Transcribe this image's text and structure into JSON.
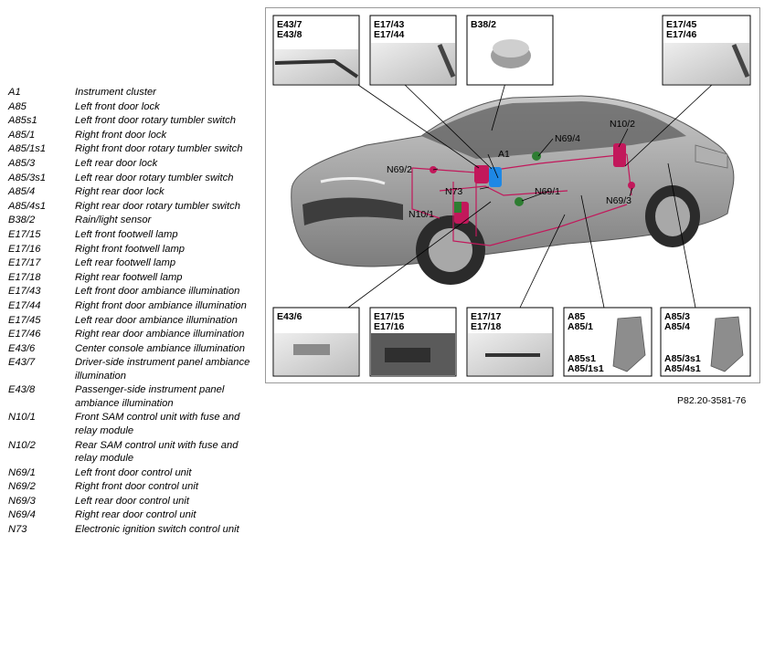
{
  "legend": [
    {
      "code": "A1",
      "desc": "Instrument cluster"
    },
    {
      "code": "A85",
      "desc": "Left front door lock"
    },
    {
      "code": "A85s1",
      "desc": "Left front door rotary tumbler switch"
    },
    {
      "code": "A85/1",
      "desc": "Right front door lock"
    },
    {
      "code": "A85/1s1",
      "desc": "Right front door rotary tumbler switch"
    },
    {
      "code": "A85/3",
      "desc": "Left rear door lock"
    },
    {
      "code": "A85/3s1",
      "desc": "Left rear door rotary tumbler switch"
    },
    {
      "code": "A85/4",
      "desc": "Right rear door lock"
    },
    {
      "code": "A85/4s1",
      "desc": "Right rear door rotary tumbler switch"
    },
    {
      "code": "B38/2",
      "desc": "Rain/light sensor"
    },
    {
      "code": "E17/15",
      "desc": "Left front footwell lamp"
    },
    {
      "code": "E17/16",
      "desc": "Right front footwell lamp"
    },
    {
      "code": "E17/17",
      "desc": "Left rear footwell lamp"
    },
    {
      "code": "E17/18",
      "desc": "Right rear footwell lamp"
    },
    {
      "code": "E17/43",
      "desc": "Left front door ambiance illumination"
    },
    {
      "code": "E17/44",
      "desc": "Right front door ambiance illumination"
    },
    {
      "code": "E17/45",
      "desc": "Left rear door ambiance illumination"
    },
    {
      "code": "E17/46",
      "desc": "Right rear door ambiance illumination"
    },
    {
      "code": "E43/6",
      "desc": "Center console ambiance illumination"
    },
    {
      "code": "E43/7",
      "desc": "Driver-side instrument panel ambiance illumination"
    },
    {
      "code": "E43/8",
      "desc": "Passenger-side instrument panel ambiance illumination"
    },
    {
      "code": "N10/1",
      "desc": "Front SAM control unit with fuse and relay module"
    },
    {
      "code": "N10/2",
      "desc": "Rear SAM control unit with fuse and relay module"
    },
    {
      "code": "N69/1",
      "desc": "Left front door control unit"
    },
    {
      "code": "N69/2",
      "desc": "Right front door control unit"
    },
    {
      "code": "N69/3",
      "desc": "Left rear door control unit"
    },
    {
      "code": "N69/4",
      "desc": "Right rear door control unit"
    },
    {
      "code": "N73",
      "desc": "Electronic ignition switch control unit"
    }
  ],
  "callouts": {
    "top_e43": [
      "E43/7",
      "E43/8"
    ],
    "top_e17_43": [
      "E17/43",
      "E17/44"
    ],
    "top_b38": [
      "B38/2"
    ],
    "top_e17_45": [
      "E17/45",
      "E17/46"
    ],
    "bot_e43_6": [
      "E43/6"
    ],
    "bot_e17_15": [
      "E17/15",
      "E17/16"
    ],
    "bot_e17_17": [
      "E17/17",
      "E17/18"
    ],
    "bot_a85": [
      "A85",
      "A85/1"
    ],
    "bot_a85_s": [
      "A85s1",
      "A85/1s1"
    ],
    "bot_a85_3": [
      "A85/3",
      "A85/4"
    ],
    "bot_a85_3s": [
      "A85/3s1",
      "A85/4s1"
    ]
  },
  "car_labels": {
    "a1": "A1",
    "n69_2": "N69/2",
    "n69_4": "N69/4",
    "n10_2": "N10/2",
    "n73": "N73",
    "n69_1": "N69/1",
    "n10_1": "N10/1",
    "n69_3": "N69/3"
  },
  "caption": "P82.20-3581-76",
  "colors": {
    "component_magenta": "#c2185b",
    "component_blue": "#1e88e5",
    "component_green": "#2e7d32",
    "wiring": "#c2185b"
  }
}
